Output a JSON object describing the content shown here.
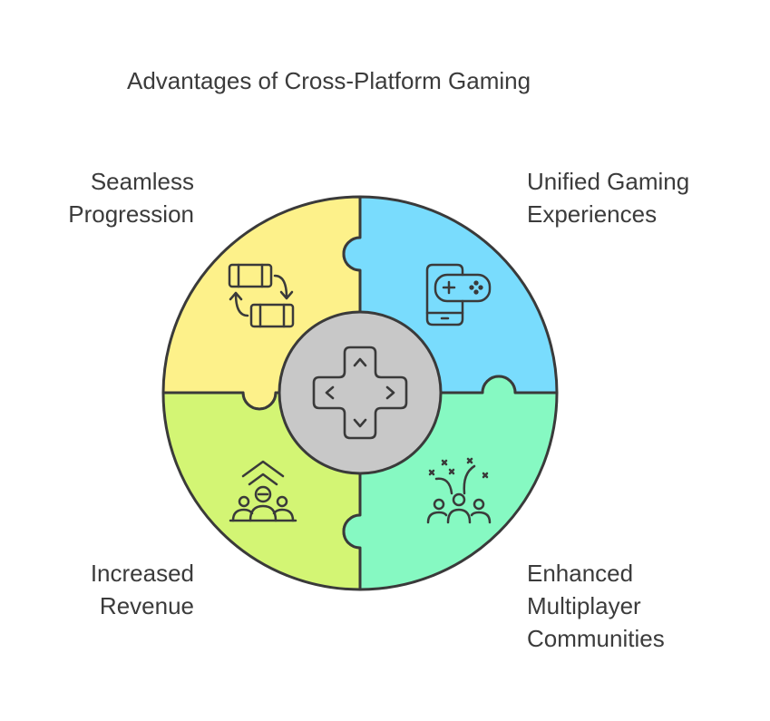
{
  "title": "Advantages of Cross-Platform Gaming",
  "segments": [
    {
      "id": "top-left",
      "lines": [
        "Seamless",
        "Progression"
      ],
      "color": "#fdf18a",
      "icon": "device-sync-icon"
    },
    {
      "id": "top-right",
      "lines": [
        "Unified Gaming",
        "Experiences"
      ],
      "color": "#79dcfd",
      "icon": "phone-gamepad-icon"
    },
    {
      "id": "bottom-left",
      "lines": [
        "Increased",
        "Revenue"
      ],
      "color": "#d3f574",
      "icon": "revenue-growth-icon"
    },
    {
      "id": "bottom-right",
      "lines": [
        "Enhanced",
        "Multiplayer",
        "Communities"
      ],
      "color": "#86f9c2",
      "icon": "celebrating-community-icon"
    }
  ],
  "center": {
    "color": "#c8c8c8",
    "icon": "dpad-icon"
  },
  "colors": {
    "outline": "#3a3a3a"
  }
}
